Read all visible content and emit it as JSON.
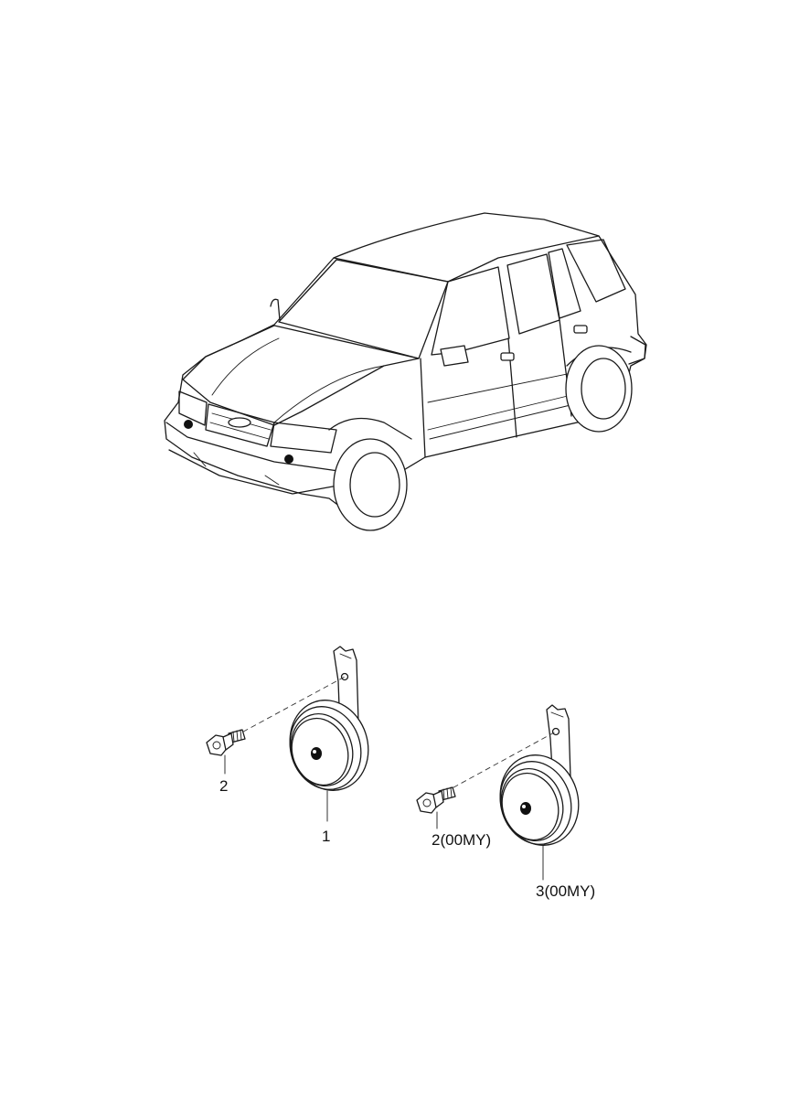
{
  "callouts": {
    "horn_1": "1",
    "bolt_2": "2",
    "bolt_2_00my": "2(00MY)",
    "horn_3_00my": "3(00MY)"
  }
}
